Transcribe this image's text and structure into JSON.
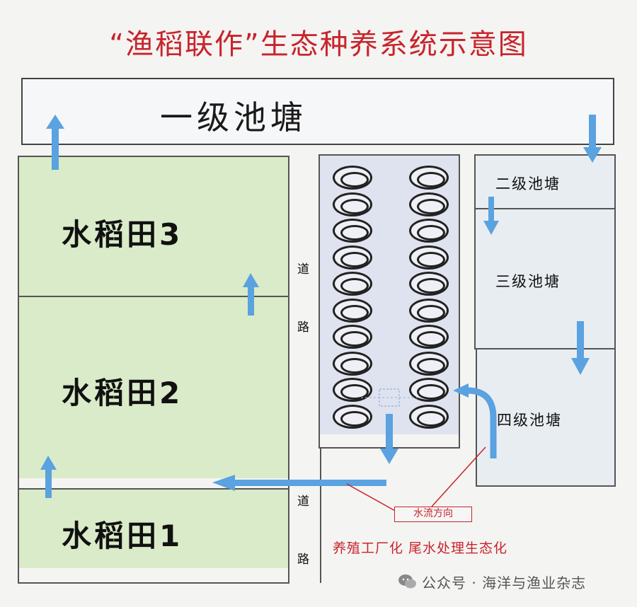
{
  "title": "“渔稻联作”生态种养系统示意图",
  "ponds": {
    "level1": "一级池塘",
    "level2": "二级池塘",
    "level3": "三级池塘",
    "level4": "四级池塘"
  },
  "fields": {
    "field3": "水稻田3",
    "field2": "水稻田2",
    "field1": "水稻田1"
  },
  "road": {
    "upper": [
      "道",
      "路"
    ],
    "lower": [
      "道",
      "路"
    ]
  },
  "annotation": "水流方向",
  "caption": "养殖工厂化  尾水处理生态化",
  "watermark": "公众号 · 海洋与渔业杂志",
  "colors": {
    "title": "#c8242c",
    "field": "#d9ebc8",
    "arrow": "#5aa2e0",
    "factory": "#dfe3ef"
  }
}
